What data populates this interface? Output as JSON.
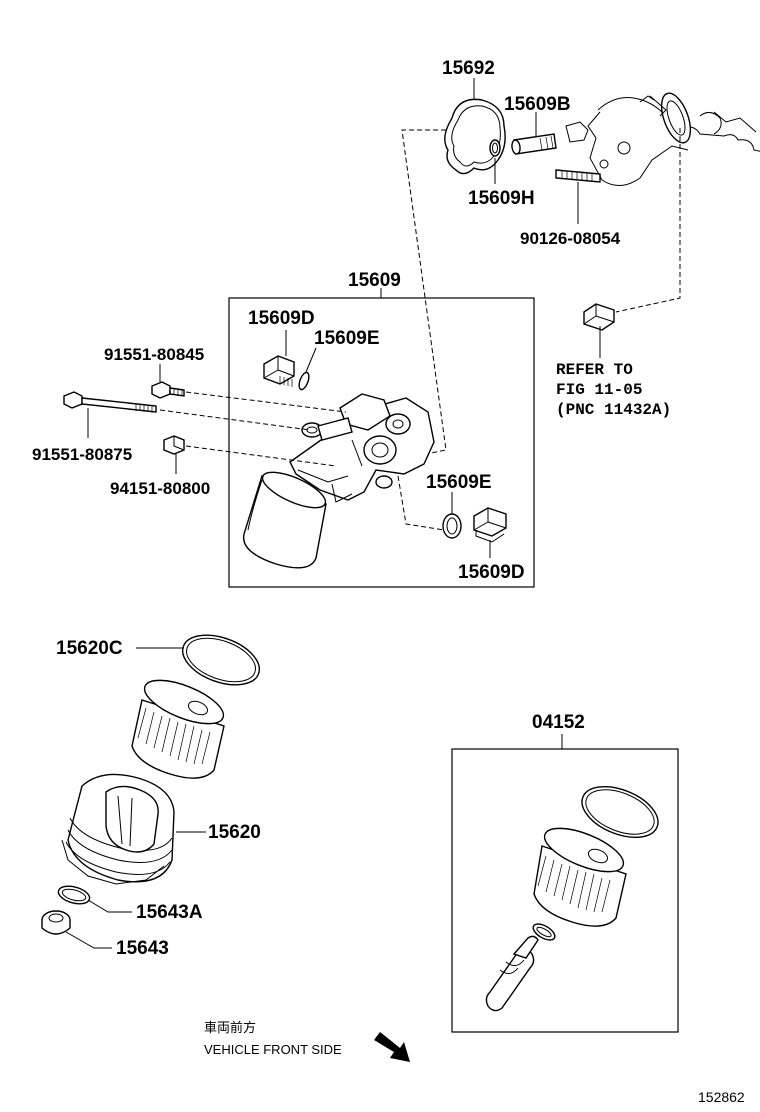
{
  "labels": {
    "p15692": "15692",
    "p15609B": "15609B",
    "p15609H": "15609H",
    "p90126": "90126-08054",
    "p15609": "15609",
    "p15609D_top": "15609D",
    "p15609E_top": "15609E",
    "p91551_80845": "91551-80845",
    "p91551_80875": "91551-80875",
    "p94151": "94151-80800",
    "p15609E_bottom": "15609E",
    "p15609D_bottom": "15609D",
    "p15620C": "15620C",
    "p15620": "15620",
    "p15643A": "15643A",
    "p15643": "15643",
    "p04152": "04152"
  },
  "refer": {
    "line1": "REFER TO",
    "line2": "FIG 11-05",
    "line3": "(PNC 11432A)"
  },
  "front": {
    "japanese": "車両前方",
    "english": "VEHICLE FRONT SIDE"
  },
  "figure_number": "152862"
}
